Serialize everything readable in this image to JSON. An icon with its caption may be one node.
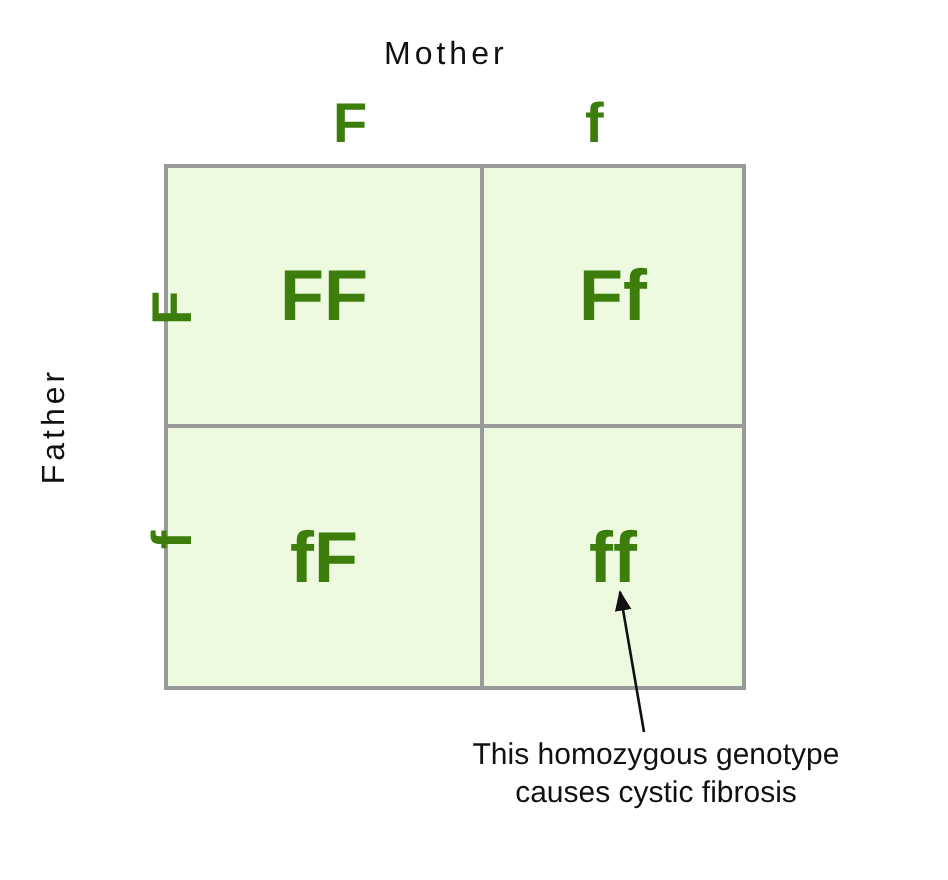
{
  "diagram": {
    "nodes": [
      {
        "text": [
          "FF"
        ]
      },
      {
        "text": [
          "Ff"
        ]
      },
      {
        "text": [
          "fF"
        ]
      },
      {
        "text": [
          "ff"
        ]
      },
      {
        "text": [
          "This homozygous genotype causes cystic fibrosis"
        ]
      }
    ],
    "edges": [
      {
        "from": 4,
        "to": 3,
        "arrow": "to"
      }
    ],
    "labels": [
      "Mother",
      "F",
      "f",
      "Father",
      "F",
      "f"
    ]
  }
}
